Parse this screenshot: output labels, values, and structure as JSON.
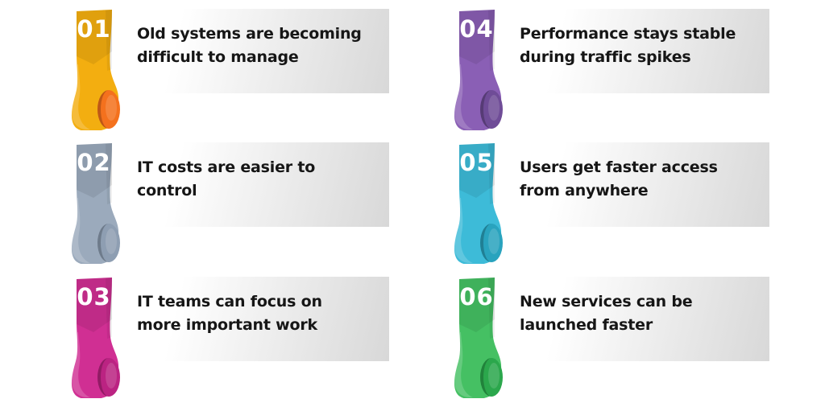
{
  "palette": {
    "background": "#ffffff",
    "text": "#161616",
    "number": "#ffffff",
    "panel_from": "#ffffff",
    "panel_to": "#d8d8d8"
  },
  "items": [
    {
      "number": "01",
      "text": "Old systems are becoming\ndifficult to manage",
      "main": "#F3AE10",
      "curl": "#F4711D"
    },
    {
      "number": "02",
      "text": "IT costs are easier to\ncontrol",
      "main": "#9BAABC",
      "curl": "#8E9EB2"
    },
    {
      "number": "03",
      "text": "IT teams can focus on\nmore important work",
      "main": "#D02F93",
      "curl": "#BB2382"
    },
    {
      "number": "04",
      "text": "Performance stays stable\nduring traffic spikes",
      "main": "#8A5FB5",
      "curl": "#6F4C97"
    },
    {
      "number": "05",
      "text": "Users get faster access\nfrom anywhere",
      "main": "#3DBBD8",
      "curl": "#29A3BE"
    },
    {
      "number": "06",
      "text": "New services can be\nlaunched faster",
      "main": "#45C063",
      "curl": "#2BA74C"
    }
  ]
}
